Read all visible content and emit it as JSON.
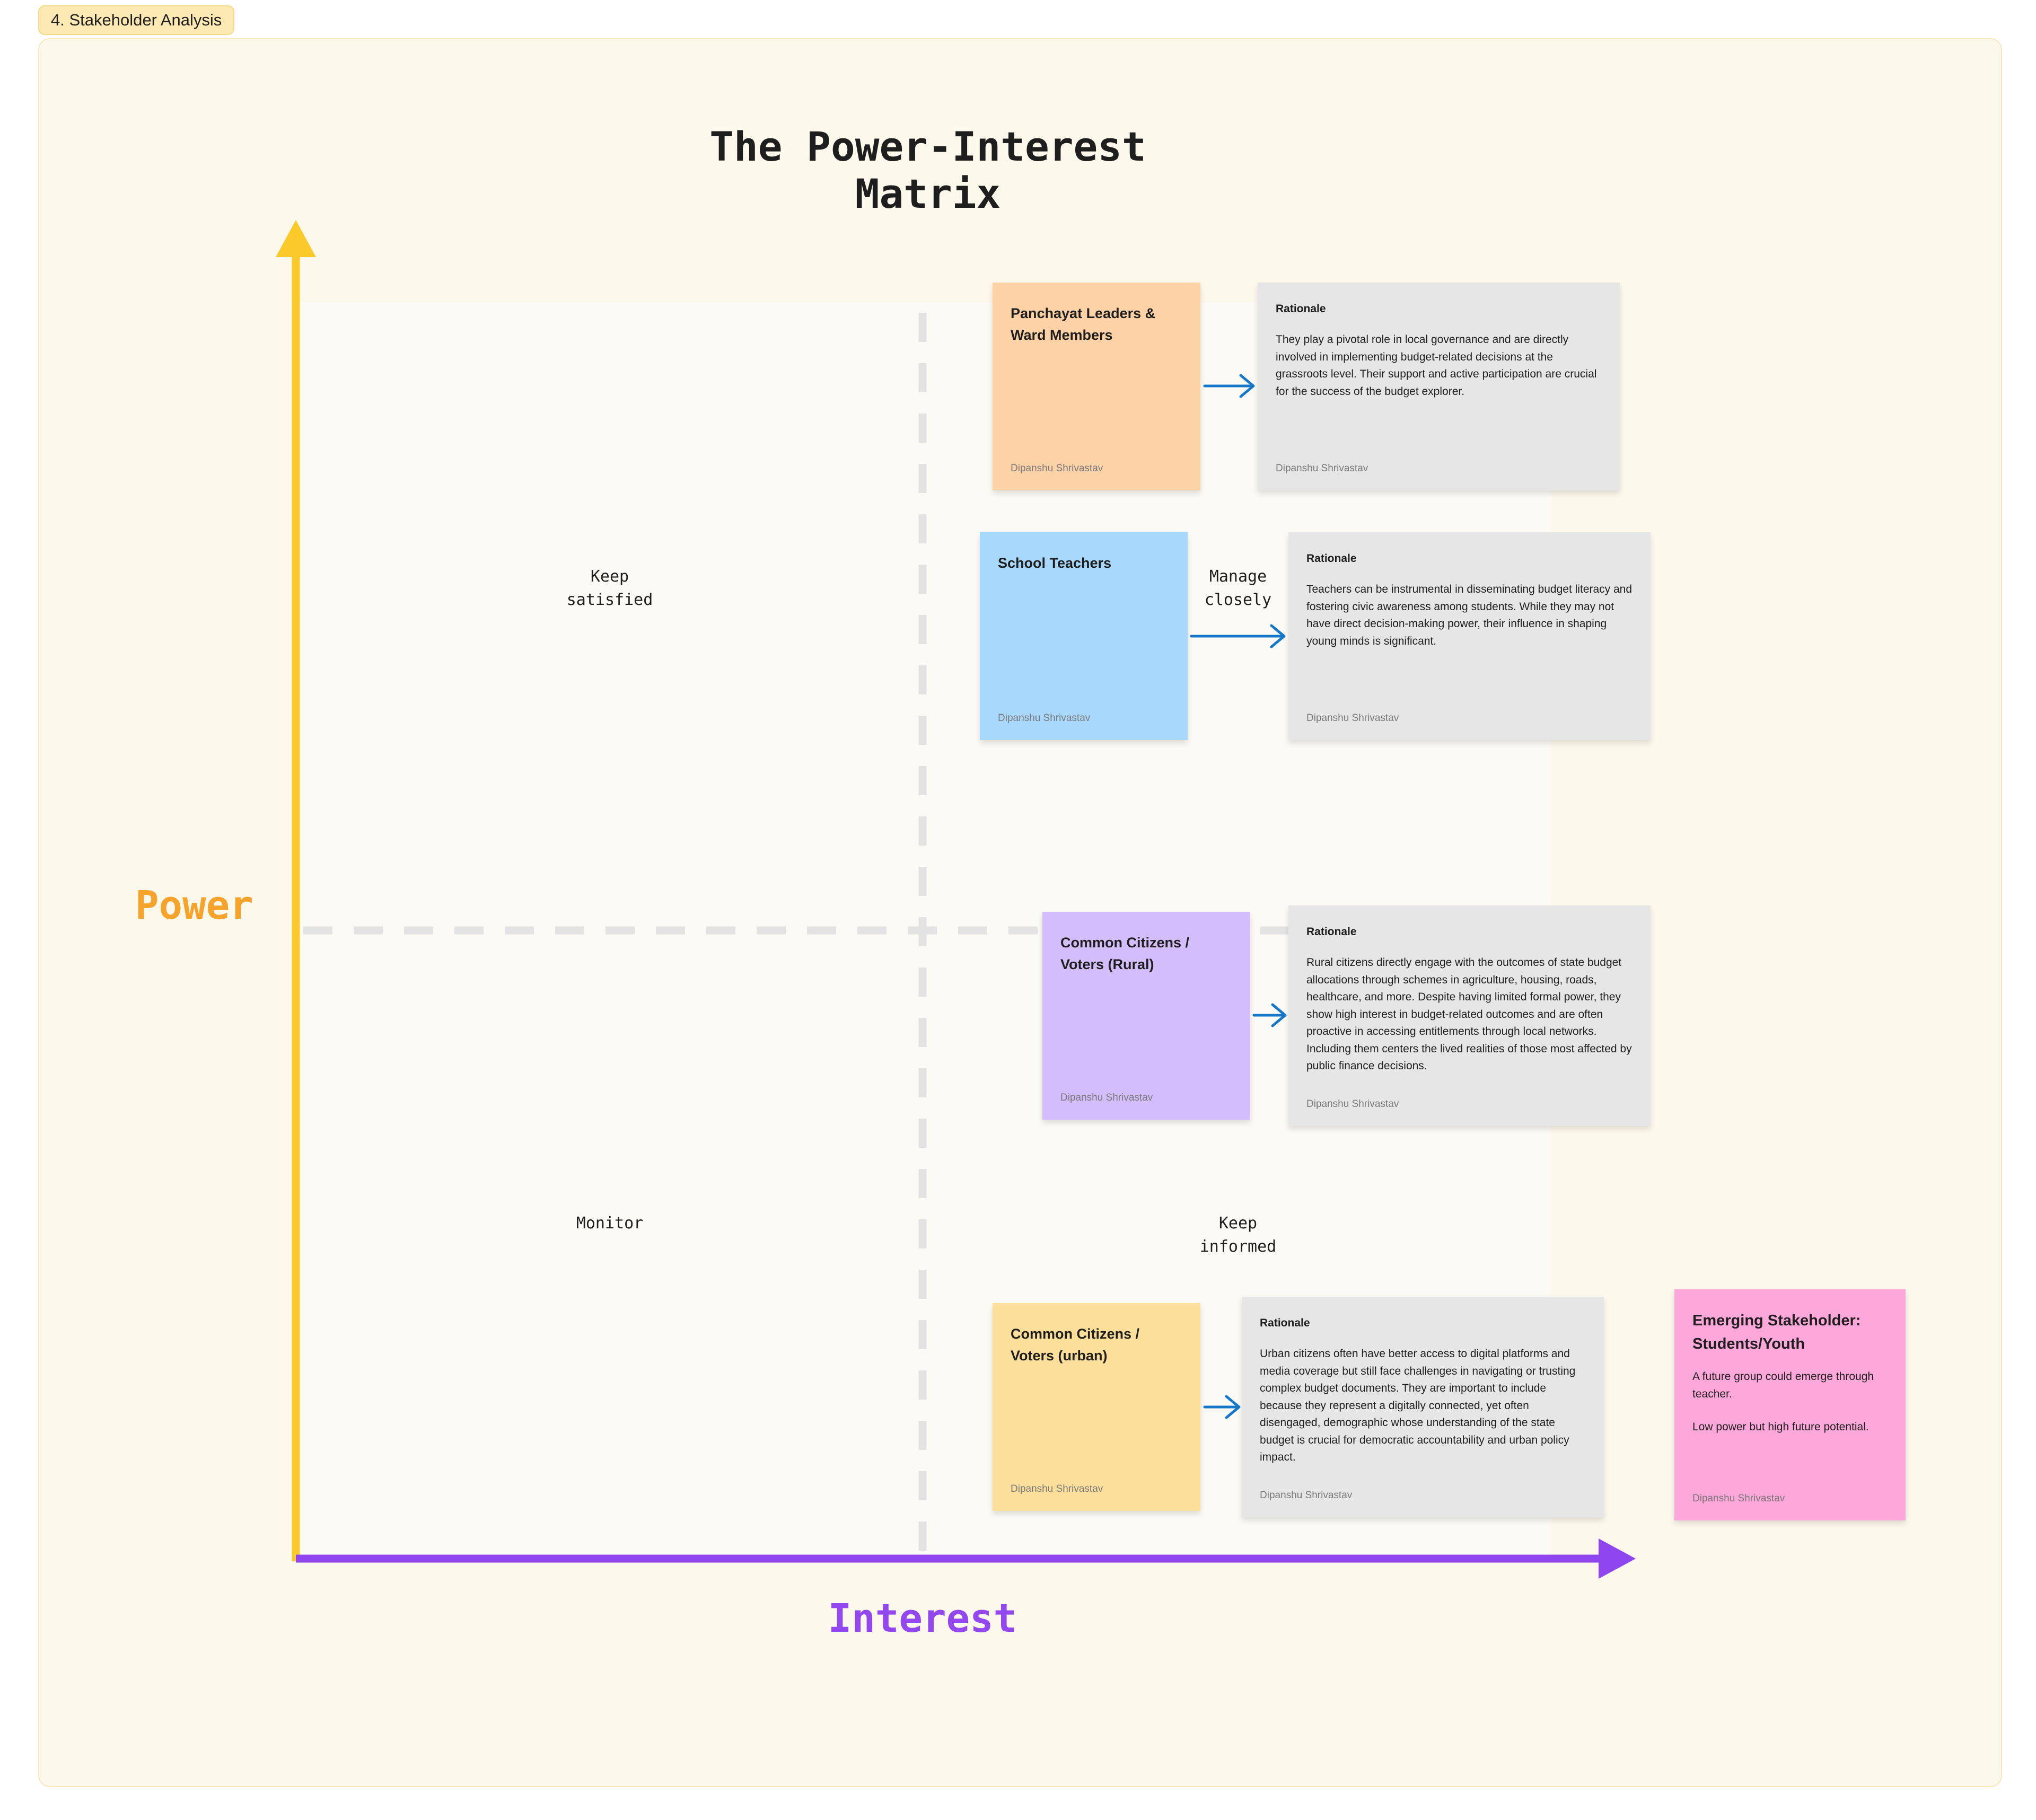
{
  "section_label": "4. Stakeholder Analysis",
  "title": "The Power-Interest Matrix",
  "axes": {
    "y_label": "Power",
    "x_label": "Interest",
    "y_color": "#fcc92b",
    "x_color": "#8f46ee",
    "y_label_color": "#f6a32b",
    "x_label_color": "#9347ef"
  },
  "quadrants": {
    "top_left": "Keep\nsatisfied",
    "top_right": "Manage\nclosely",
    "bottom_left": "Monitor",
    "bottom_right": "Keep\ninformed"
  },
  "author": "Dipanshu Shrivastav",
  "stakeholders": [
    {
      "name": "Panchayat Leaders & Ward Members",
      "color": "#fdd2a6",
      "rationale_head": "Rationale",
      "rationale": "They play a pivotal role in local governance and are directly involved in implementing budget-related decisions at the grassroots level. Their support and active participation are crucial for the success of the budget explorer."
    },
    {
      "name": "School Teachers",
      "color": "#a8d9fc",
      "rationale_head": "Rationale",
      "rationale": "Teachers can be instrumental in disseminating budget literacy and fostering civic awareness among students. While they may not have direct decision-making power, their influence in shaping young minds is significant."
    },
    {
      "name": "Common Citizens / Voters (Rural)",
      "color": "#d3bdfb",
      "rationale_head": "Rationale",
      "rationale": "Rural citizens directly engage with the outcomes of state budget allocations through schemes in agriculture, housing, roads, healthcare, and more. Despite having limited formal power, they show high interest in budget-related outcomes and are often proactive in accessing entitlements through local networks. Including them centers the lived realities of those most affected by public finance decisions."
    },
    {
      "name": "Common Citizens / Voters (urban)",
      "color": "#fcdf9a",
      "rationale_head": "Rationale",
      "rationale": "Urban citizens often have better access to digital platforms and media coverage but still face challenges in navigating or trusting complex budget documents. They are important to include because they represent a digitally connected, yet often disengaged, demographic whose understanding of the state budget is crucial for democratic accountability and urban policy impact."
    }
  ],
  "emerging": {
    "title": "Emerging Stakeholder: Students/Youth",
    "line1": "A future group could emerge through teacher.",
    "line2": "Low power but high future potential.",
    "color": "#fda7da"
  },
  "arrow_color": "#1477c9"
}
